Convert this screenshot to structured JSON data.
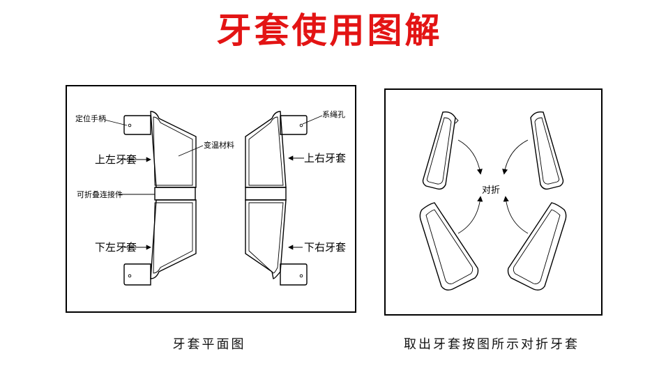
{
  "title": "牙套使用图解",
  "colors": {
    "title": "#e31414",
    "line": "#000000",
    "background": "#ffffff"
  },
  "left_panel": {
    "labels": {
      "positioning_handle": "定位手柄",
      "upper_left": "上左牙套",
      "foldable_connector": "可折叠连接件",
      "lower_left": "下左牙套",
      "thermo_material": "变温材料",
      "strap_hole": "系绳孔",
      "upper_right": "上右牙套",
      "lower_right": "下右牙套"
    },
    "caption": "牙套平面图"
  },
  "right_panel": {
    "center_label": "对折",
    "caption": "取出牙套按图所示对折牙套"
  }
}
